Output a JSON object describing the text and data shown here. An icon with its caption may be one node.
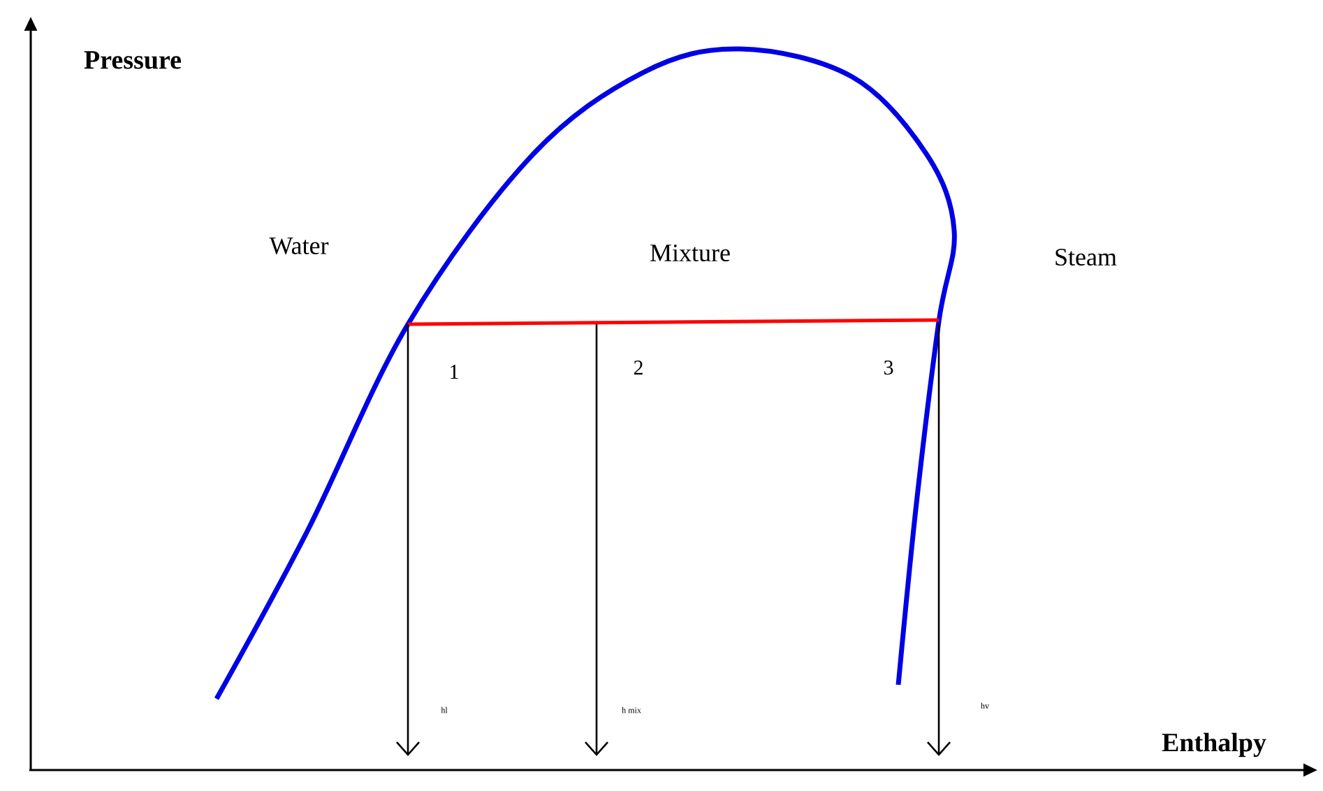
{
  "diagram": {
    "nodes": [
      {
        "text": [
          "1"
        ]
      },
      {
        "text": [
          "2"
        ]
      },
      {
        "text": [
          "3"
        ]
      },
      {
        "text": [
          "hl"
        ]
      },
      {
        "text": [
          "h mix"
        ]
      },
      {
        "text": [
          "hv"
        ]
      }
    ],
    "edges": [
      {
        "from": 0,
        "to": 3,
        "arrow": "to"
      },
      {
        "from": 1,
        "to": 4,
        "arrow": "to"
      },
      {
        "from": 2,
        "to": 5,
        "arrow": "to"
      }
    ],
    "labels": [
      "Pressure",
      "Water",
      "Mixture",
      "Steam",
      "Enthalpy"
    ]
  }
}
